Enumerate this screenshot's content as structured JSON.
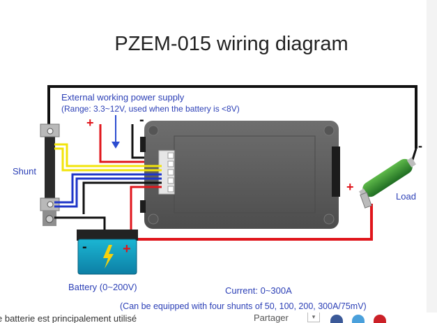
{
  "title": "PZEM-015 wiring diagram",
  "power_supply": {
    "line1": "External working power supply",
    "line2": "(Range: 3.3~12V, used when the battery is <8V)",
    "plus": "+",
    "minus": "-"
  },
  "shunt_label": "Shunt",
  "load_label": "Load",
  "load_plus": "+",
  "load_minus": "-",
  "battery_label": "Battery (0~200V)",
  "battery_plus": "+",
  "battery_minus": "-",
  "current_label": "Current: 0~300A",
  "shunt_note": "(Can be equipped with four shunts of 50, 100, 200, 300A/75mV)",
  "page_strip": {
    "text": "e batterie est principalement utilisé",
    "share_label": "Partager"
  },
  "colors": {
    "wire_black": "#111111",
    "wire_red": "#e0151b",
    "wire_yellow": "#f2e40a",
    "wire_blue": "#1e35c8",
    "text_blue": "#2b3fb6",
    "device_body": "#5d5d5d",
    "load_green": "#2e8a2e",
    "battery_cyan": "#15a9c9"
  }
}
